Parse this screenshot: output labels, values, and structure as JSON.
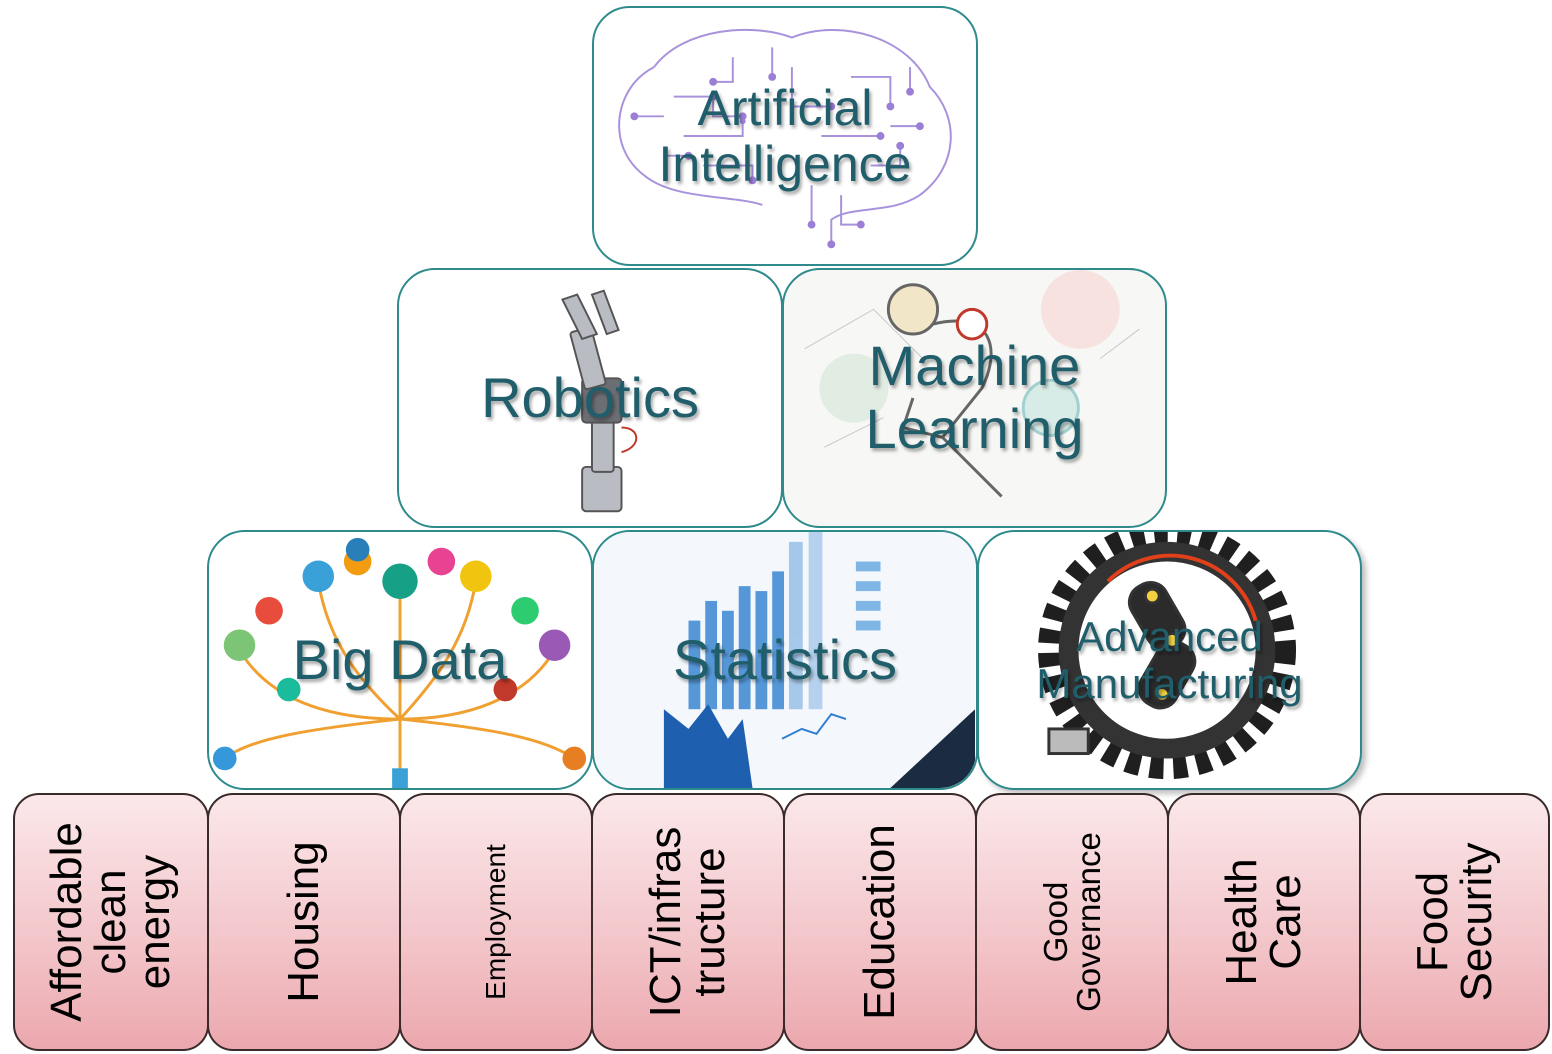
{
  "tiers": {
    "top": {
      "label": "Artificial\nIntelligence"
    },
    "second": [
      {
        "label": "Robotics"
      },
      {
        "label": "Machine\nLearning"
      }
    ],
    "third": [
      {
        "label": "Big Data"
      },
      {
        "label": "Statistics"
      },
      {
        "label": "Advanced\nManufacturing"
      }
    ]
  },
  "pillars": [
    {
      "label": "Affordable\nclean\nenergy"
    },
    {
      "label": "Housing"
    },
    {
      "label": "Employment"
    },
    {
      "label": "ICT/infras\ntructure"
    },
    {
      "label": "Education"
    },
    {
      "label": "Good\nGovernance"
    },
    {
      "label": "Health\nCare"
    },
    {
      "label": "Food\nSecurity"
    }
  ],
  "colors": {
    "tile_border": "#2f8a8c",
    "label_text": "#1f5e6a",
    "pillar_fill_top": "#fbe8ea",
    "pillar_fill_bottom": "#eba8ae",
    "pillar_border": "#3a2a2a"
  }
}
